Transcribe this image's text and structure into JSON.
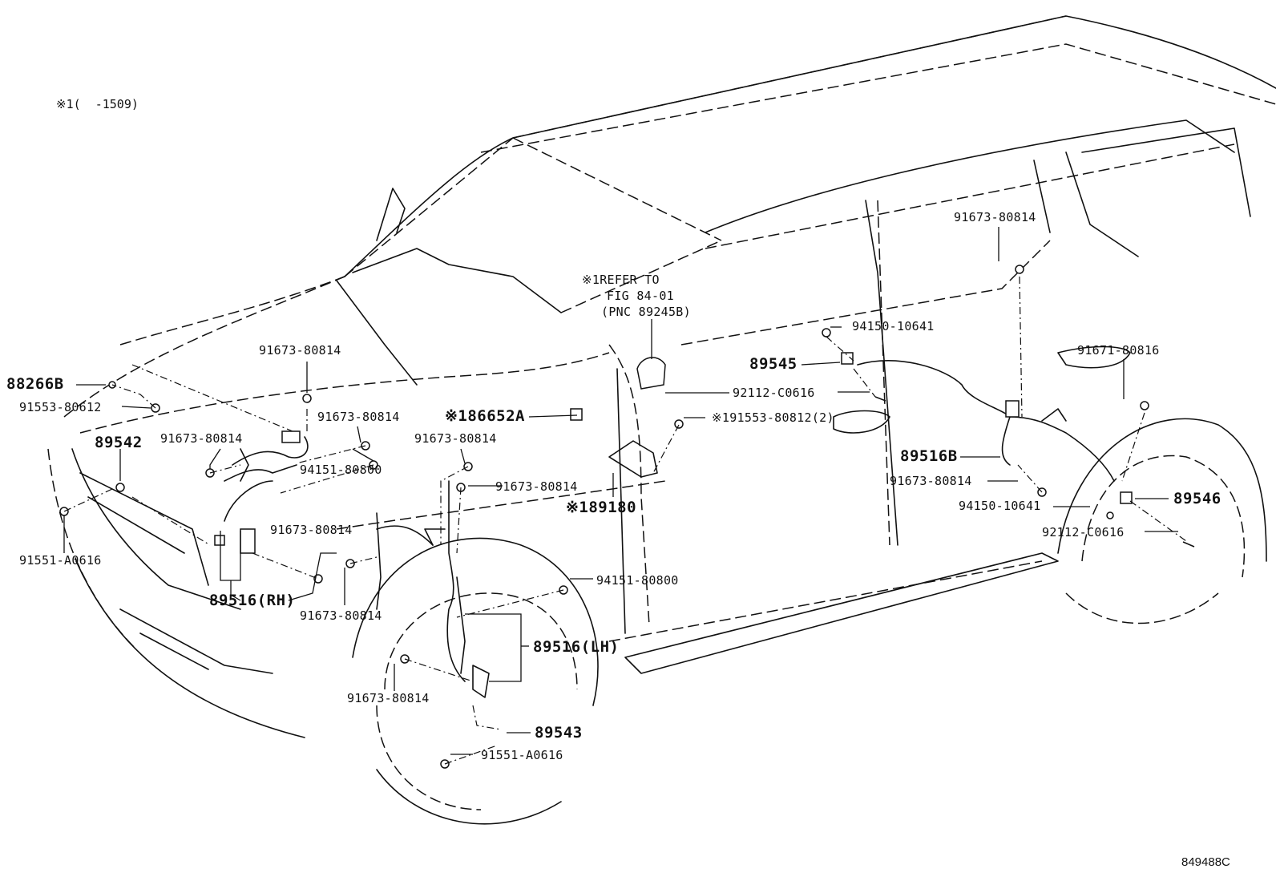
{
  "note_top": "※1(  -1509)",
  "refer": {
    "line1": "※1REFER TO",
    "line2": "FIG 84-01",
    "line3": "(PNC 89245B)"
  },
  "labels": {
    "p88266B": "88266B",
    "p91553_80612": "91553-80612",
    "p89542": "89542",
    "p91673_a": "91673-80814",
    "p91673_b": "91673-80814",
    "p91673_c": "91673-80814",
    "p94151_a": "94151-80800",
    "p91673_d": "91673-80814",
    "p91551_a": "91551-A0616",
    "p89516RH": "89516(RH)",
    "p91673_e": "91673-80814",
    "p186652A": "※186652A",
    "p91673_f": "91673-80814",
    "p91673_g": "91673-80814",
    "p89180": "※189180",
    "p94151_b": "94151-80800",
    "p89516LH": "89516(LH)",
    "p91673_h": "91673-80814",
    "p89543": "89543",
    "p91551_b": "91551-A0616",
    "p89545": "89545",
    "p94150_a": "94150-10641",
    "p92112_a": "92112-C0616",
    "p91553_80812": "※191553-80812(2)",
    "p91673_i": "91673-80814",
    "p89516B": "89516B",
    "p91673_j": "91673-80814",
    "p94150_b": "94150-10641",
    "p91671": "91671-80816",
    "p89546": "89546",
    "p92112_b": "92112-C0616"
  },
  "figure_code": "849488C"
}
